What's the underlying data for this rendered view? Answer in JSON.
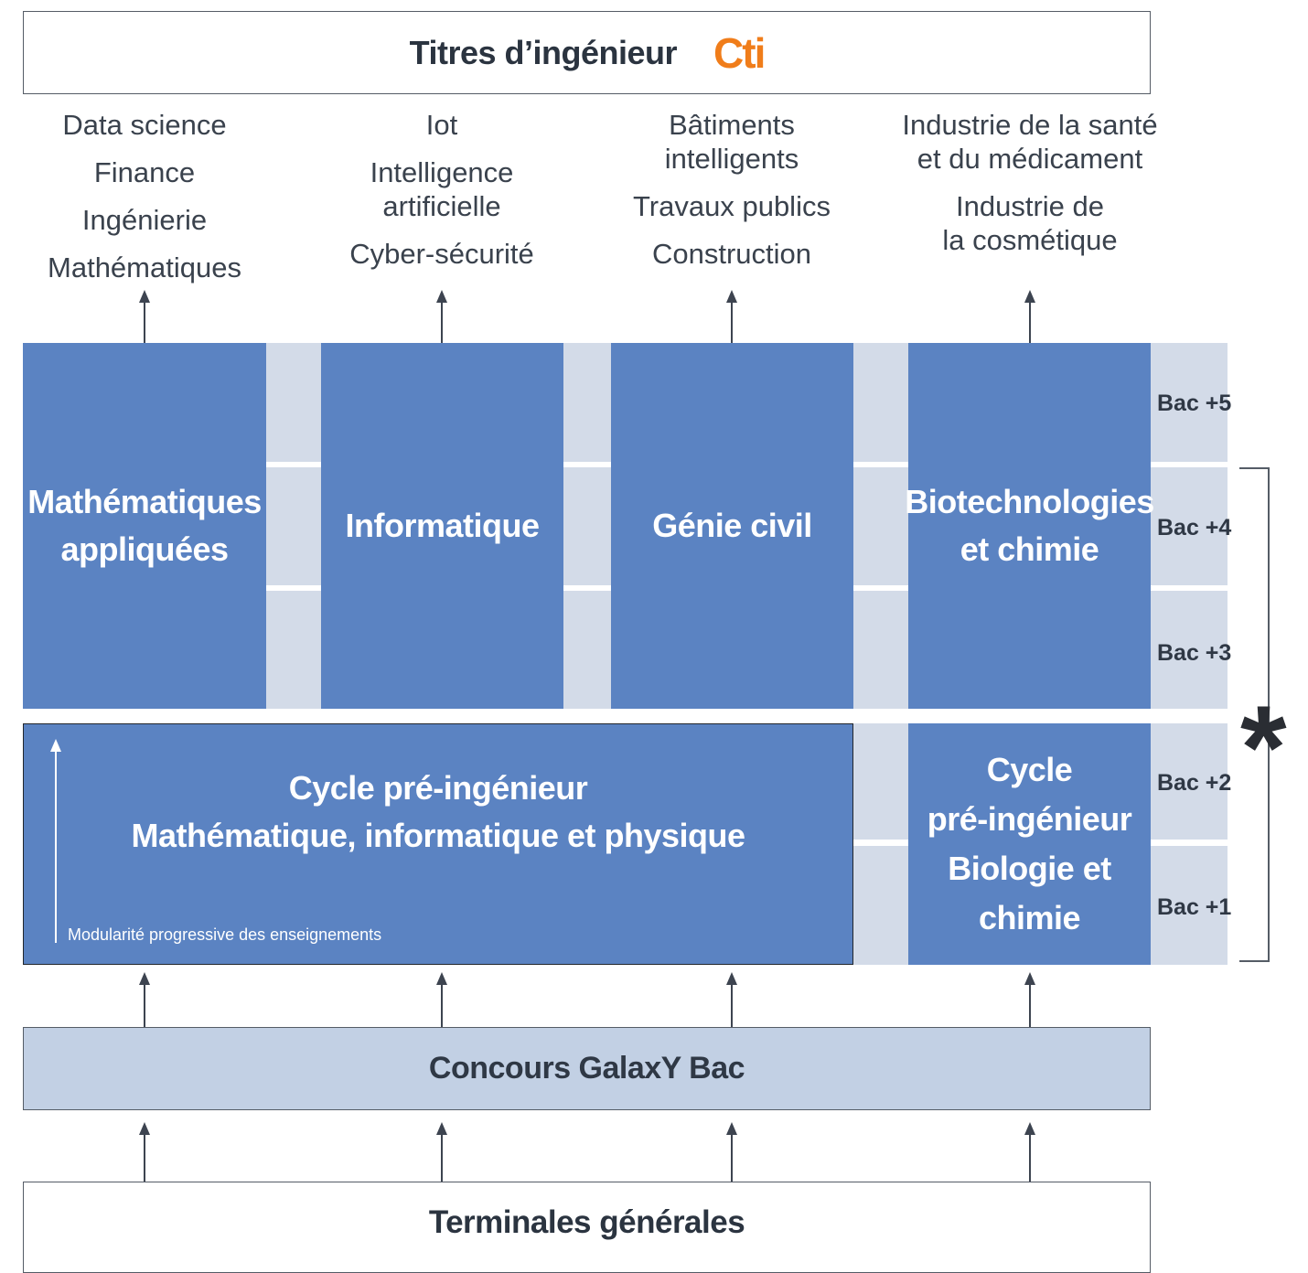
{
  "header": {
    "title": "Titres d’ingénieur",
    "logo_text": "Cti"
  },
  "specializations": [
    {
      "groups": [
        [
          "Data science"
        ],
        [
          "Finance"
        ],
        [
          "Ingénierie"
        ],
        [
          "Mathématiques"
        ]
      ]
    },
    {
      "groups": [
        [
          "Iot"
        ],
        [
          "Intelligence",
          "artificielle"
        ],
        [
          "Cyber-sécurité"
        ]
      ]
    },
    {
      "groups": [
        [
          "Bâtiments",
          "intelligents"
        ],
        [
          "Travaux publics"
        ],
        [
          "Construction"
        ]
      ]
    },
    {
      "groups": [
        [
          "Industrie de la santé",
          "et du médicament"
        ],
        [
          "Industrie de",
          "la cosmétique"
        ]
      ]
    }
  ],
  "programs": {
    "maths": "Mathématiques\nappliquées",
    "info": "Informatique",
    "genie": "Génie civil",
    "biotech": "Biotechnologies\net chimie"
  },
  "prep_cycles": {
    "main": "Cycle pré-ingénieur\nMathématique, informatique et physique",
    "main_note": "Modularité progressive des enseignements",
    "bio": "Cycle\npré-ingénieur\nBiologie et chimie"
  },
  "levels": [
    "Bac +5",
    "Bac +4",
    "Bac +3",
    "Bac +2",
    "Bac +1"
  ],
  "concours": "Concours GalaxY Bac",
  "footer": "Terminales générales",
  "asterisk": "*",
  "colors": {
    "program_blue": "#5b83c2",
    "band_light": "#d3dbe8",
    "concours_bg": "#c2d0e4",
    "logo_orange": "#f07d1a"
  }
}
